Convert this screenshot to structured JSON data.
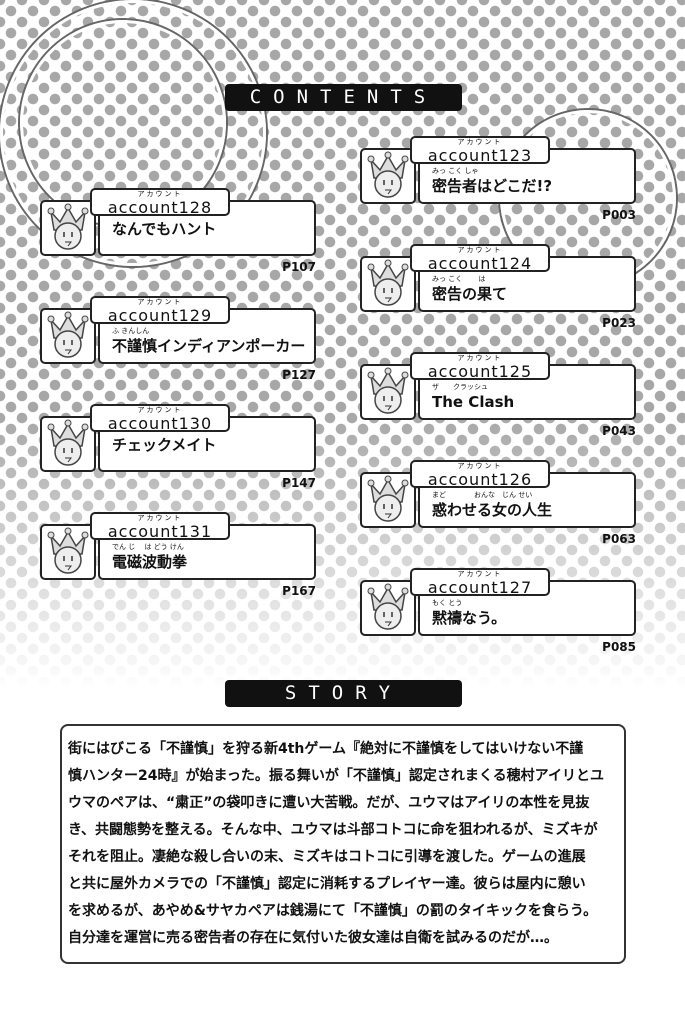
{
  "contents_label": "CONTENTS",
  "story_label": "STORY",
  "icon": "crown-face-icon",
  "chapters_left": [
    {
      "ruby": "アカウント",
      "account": "account128",
      "title_ruby": "",
      "title": "なんでもハント",
      "page": "P107"
    },
    {
      "ruby": "アカウント",
      "account": "account129",
      "title_ruby": "ふ きんしん",
      "title": "不謹慎インディアンポーカー",
      "page": "P127"
    },
    {
      "ruby": "アカウント",
      "account": "account130",
      "title_ruby": "",
      "title": "チェックメイト",
      "page": "P147"
    },
    {
      "ruby": "アカウント",
      "account": "account131",
      "title_ruby": "でん じ　 は どう けん",
      "title": "電磁波動拳",
      "page": "P167"
    }
  ],
  "chapters_right": [
    {
      "ruby": "アカウント",
      "account": "account123",
      "title_ruby": "みっ こく しゃ",
      "title": "密告者はどこだ!?",
      "page": "P003"
    },
    {
      "ruby": "アカウント",
      "account": "account124",
      "title_ruby": "みっ こく　　 は",
      "title": "密告の果て",
      "page": "P023"
    },
    {
      "ruby": "アカウント",
      "account": "account125",
      "title_ruby": "ザ　　クラッシュ",
      "title": "The Clash",
      "page": "P043"
    },
    {
      "ruby": "アカウント",
      "account": "account126",
      "title_ruby": "まど　　　　おんな　じん せい",
      "title": "惑わせる女の人生",
      "page": "P063"
    },
    {
      "ruby": "アカウント",
      "account": "account127",
      "title_ruby": "もく とう",
      "title": "黙禱なう。",
      "page": "P085"
    }
  ],
  "story_lines": [
    "街にはびこる「不謹慎」を狩る新4thゲーム『絶対に不謹慎をしてはいけない不謹",
    "慎ハンター24時』が始まった。振る舞いが「不謹慎」認定されまくる穂村アイリとユ",
    "ウマのペアは、“粛正”の袋叩きに遭い大苦戦。だが、ユウマはアイリの本性を見抜",
    "き、共闘態勢を整える。そんな中、ユウマは斗部コトコに命を狙われるが、ミズキが",
    "それを阻止。凄絶な殺し合いの末、ミズキはコトコに引導を渡した。ゲームの進展",
    "と共に屋外カメラでの「不謹慎」認定に消耗するプレイヤー達。彼らは屋内に憩い",
    "を求めるが、あやめ&サヤカペアは銭湯にて「不謹慎」の罰のタイキックを食らう。",
    "自分達を運営に売る密告者の存在に気付いた彼女達は自衛を試みるのだが…。"
  ]
}
